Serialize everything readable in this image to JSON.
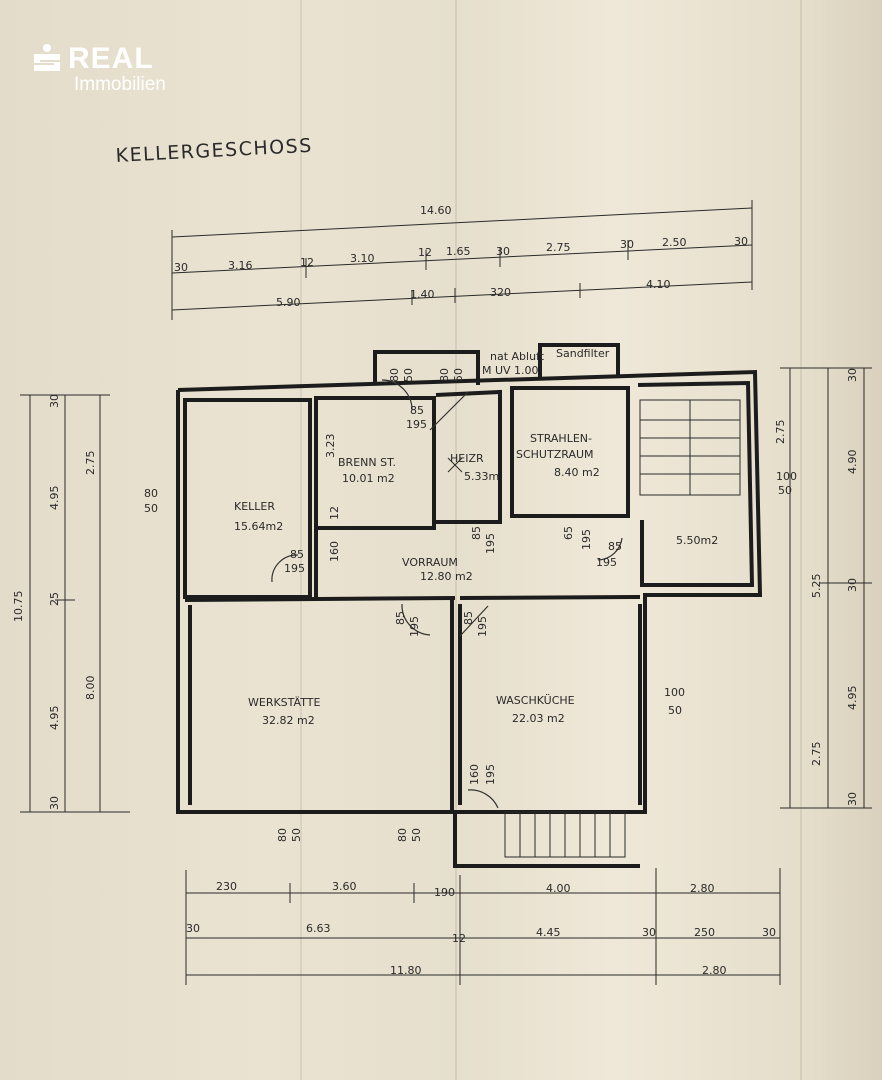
{
  "logo": {
    "brand": "REAL",
    "sub": "Immobilien"
  },
  "title": "KELLERGESCHOSS",
  "rooms": {
    "keller": {
      "name": "KELLER",
      "area": "15.64m2"
    },
    "brenn": {
      "name": "BRENN ST.",
      "area": "10.01 m2"
    },
    "heizr": {
      "name": "HEIZR",
      "area": "5.33m"
    },
    "strahlen1": "STRAHLEN-",
    "strahlen2": "SCHUTZRAUM",
    "strahlen_area": "8.40 m2",
    "stair_area": "5.50m2",
    "vorraum": {
      "name": "VORRAUM",
      "area": "12.80 m2"
    },
    "werk": {
      "name": "WERKSTÄTTE",
      "area": "32.82  m2"
    },
    "wasch": {
      "name": "WASCHKÜCHE",
      "area": "22.03 m2"
    }
  },
  "notes": {
    "abluft": "nat Abluft",
    "uv": "M UV 1.00",
    "sandfilter": "Sandfilter"
  },
  "top_dims": {
    "total": "14.60",
    "row1": [
      "30",
      "3.16",
      "12",
      "3.10",
      "12",
      "1.65",
      "30",
      "2.75",
      "30",
      "2.50",
      "30"
    ],
    "row2": [
      "5.90",
      "1.40",
      "320",
      "4.10"
    ]
  },
  "bottom_dims": {
    "row1": [
      "230",
      "3.60",
      "190",
      "4.00",
      "2.80"
    ],
    "row2": [
      "30",
      "6.63",
      "12",
      "4.45",
      "30",
      "250",
      "30"
    ],
    "row3": [
      "11.80",
      "2.80"
    ]
  },
  "left_dims": [
    "10.75",
    "4.95",
    "25",
    "4.95",
    "2.75",
    "8.00",
    "30",
    "30"
  ],
  "right_dims": [
    "30",
    "2.75",
    "4.90",
    "5.25",
    "30",
    "4.95",
    "2.75",
    "30"
  ],
  "openings": {
    "w80_50": [
      "80",
      "50"
    ],
    "d85_195": [
      "85",
      "195"
    ],
    "w100_50": [
      "100",
      "50"
    ],
    "w3_23": "3.23",
    "w12": "12",
    "w160": "160",
    "d65": "65"
  }
}
